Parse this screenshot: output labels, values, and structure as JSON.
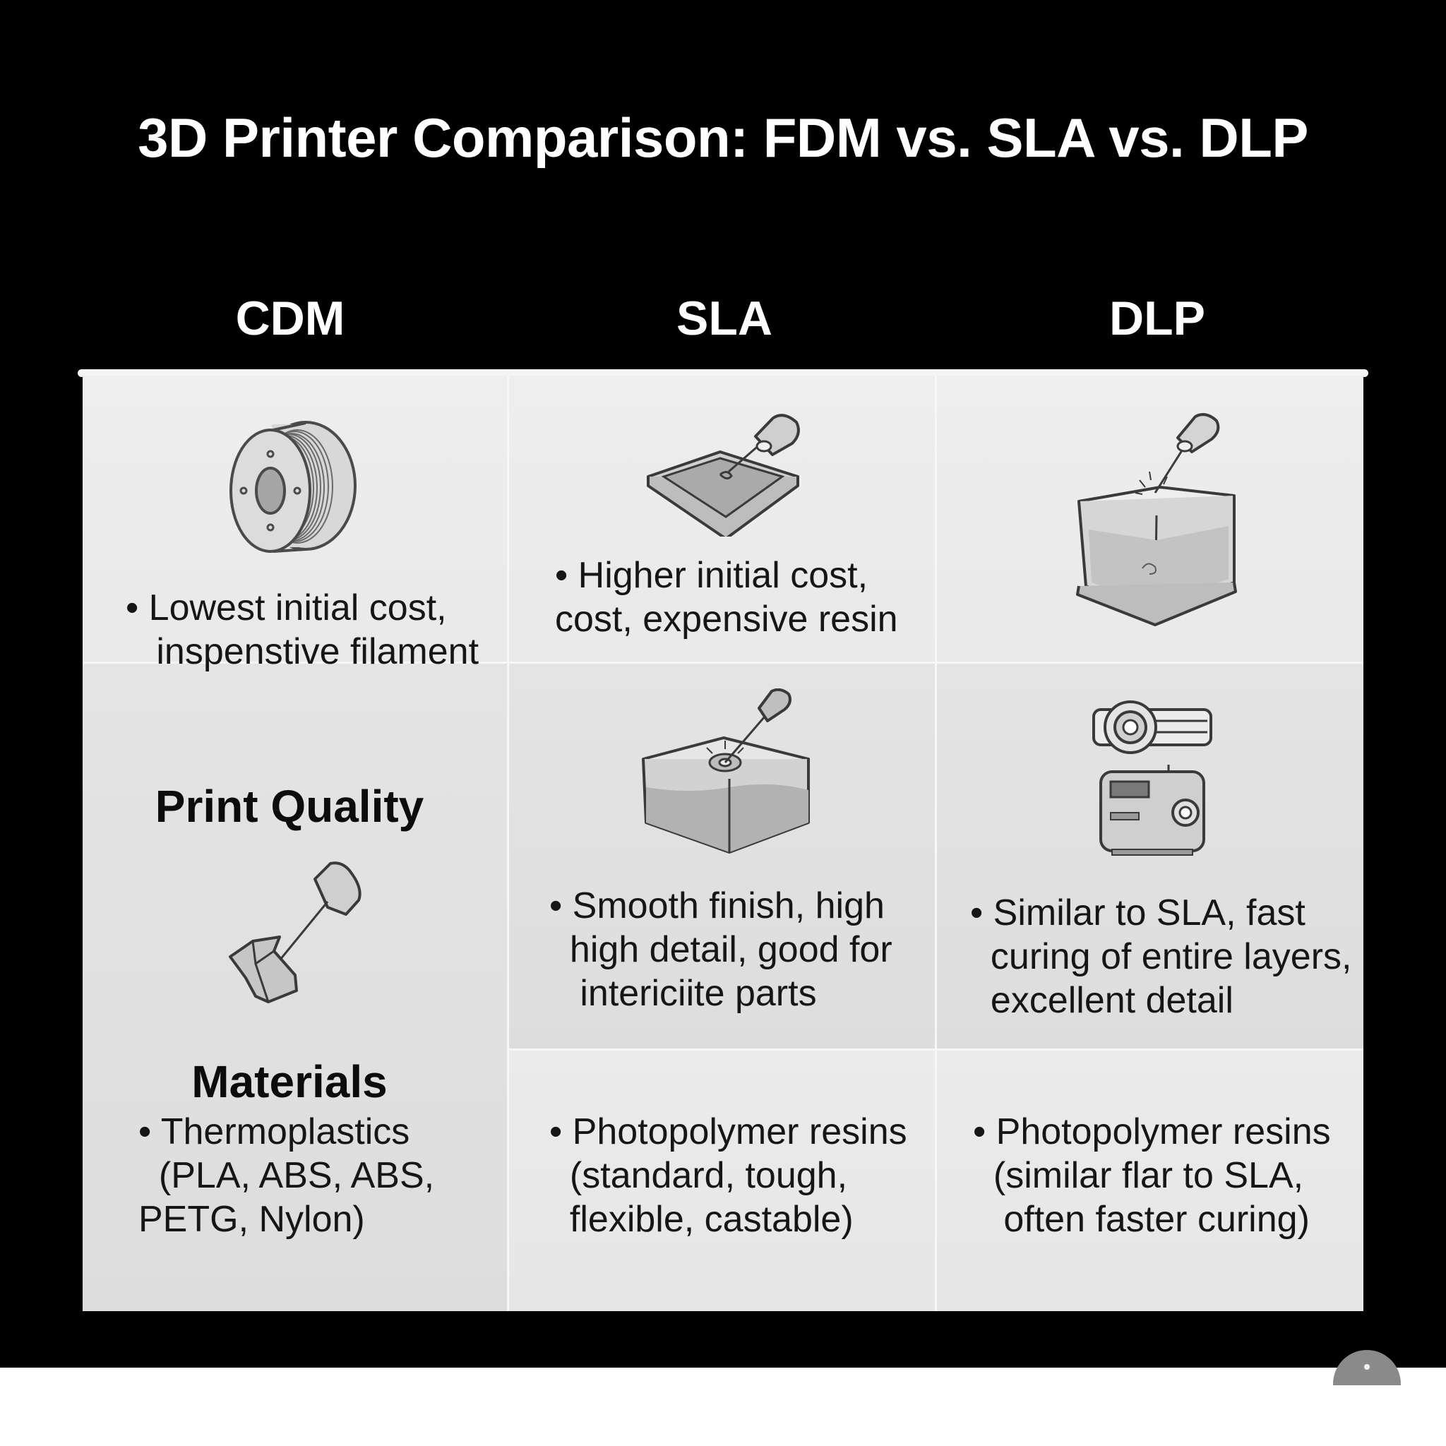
{
  "title": "3D Printer Comparison: FDM vs. SLA vs. DLP",
  "columns": [
    "CDM",
    "SLA",
    "DLP"
  ],
  "rows": {
    "print_quality": {
      "label": "Print Quality"
    },
    "materials": {
      "label": "Materials"
    }
  },
  "cells": {
    "cdm_cost": "• Lowest initial cost,\n   inspenstive filament",
    "sla_cost": "• Higher initial cost,\ncost, expensive resin",
    "sla_quality": "• Smooth finish, high\n  high detail, good for\n   intericiite parts",
    "dlp_quality": "• Similar to SLA, fast\n  curing of entire layers,\n  excellent detail",
    "cdm_materials": "• Thermoplastics\n  (PLA, ABS, ABS,\nPETG, Nylon)",
    "sla_materials": "• Photopolymer resins\n  (standard, tough,\n  flexible, castable)",
    "dlp_materials": "• Photopolymer resins\n  (similar flar to SLA,\n   often faster curing)"
  },
  "icons": {
    "spool": "filament-spool-icon",
    "resin_tray": "resin-tray-icon",
    "resin_tank": "resin-tank-icon",
    "resin_bath": "resin-bath-icon",
    "projector": "projector-icon",
    "printed_part": "printed-part-icon"
  },
  "colors": {
    "background": "#000000",
    "title_text": "#ffffff",
    "cell_light": "#ececec",
    "cell_dark": "#e0e0e0",
    "body_text": "#161616"
  }
}
